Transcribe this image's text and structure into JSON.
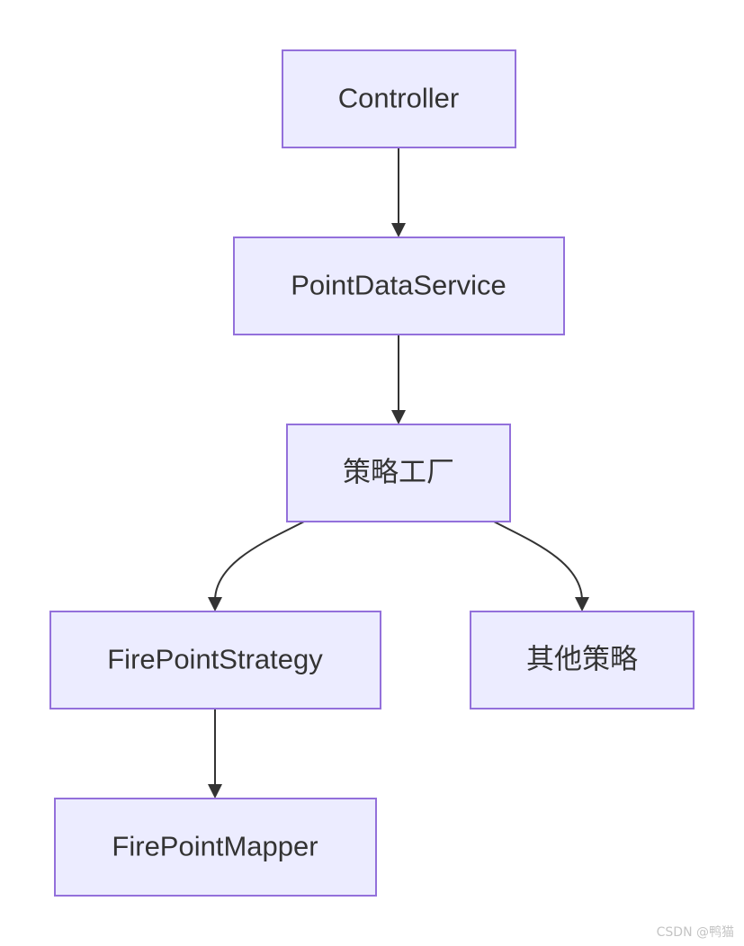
{
  "diagram": {
    "nodes": [
      {
        "id": "controller",
        "label": "Controller"
      },
      {
        "id": "point-data-service",
        "label": "PointDataService"
      },
      {
        "id": "strategy-factory",
        "label": "策略工厂"
      },
      {
        "id": "fire-point-strategy",
        "label": "FirePointStrategy"
      },
      {
        "id": "other-strategy",
        "label": "其他策略"
      },
      {
        "id": "fire-point-mapper",
        "label": "FirePointMapper"
      }
    ],
    "edges": [
      {
        "from": "controller",
        "to": "point-data-service"
      },
      {
        "from": "point-data-service",
        "to": "strategy-factory"
      },
      {
        "from": "strategy-factory",
        "to": "fire-point-strategy"
      },
      {
        "from": "strategy-factory",
        "to": "other-strategy"
      },
      {
        "from": "fire-point-strategy",
        "to": "fire-point-mapper"
      }
    ],
    "colors": {
      "node_fill": "#ececff",
      "node_stroke": "#9370db",
      "edge": "#333333",
      "text": "#333333"
    }
  },
  "watermark": "CSDN @鸭猫"
}
